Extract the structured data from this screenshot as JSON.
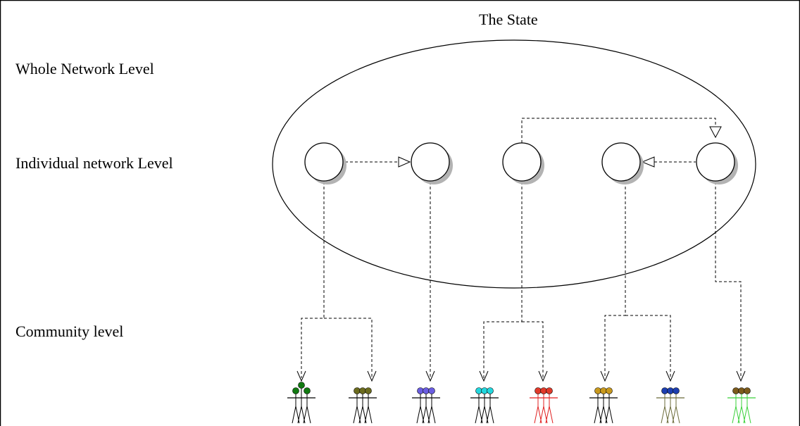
{
  "diagram": {
    "title": "The State",
    "levels": {
      "whole_network": "Whole Network Level",
      "individual_network": "Individual network Level",
      "community": "Community level"
    },
    "colors": {
      "line": "#000000",
      "node_fill": "#ffffff",
      "node_shadow": "#b3b3b3"
    },
    "networks": [
      {
        "community_colors": [
          "#117a11",
          "#6b6b1e"
        ]
      },
      {
        "community_colors": [
          "#6a5de0"
        ]
      },
      {
        "community_colors": [
          "#22d6dd",
          "#e01f1f"
        ]
      },
      {
        "community_colors": [
          "#c8991e",
          "#1d3fb0"
        ]
      },
      {
        "community_colors": [
          "#7c5b1c"
        ]
      }
    ],
    "community_groups": [
      {
        "head": "#117a11",
        "body": "#000000"
      },
      {
        "head": "#6b6b1e",
        "body": "#000000"
      },
      {
        "head": "#6a5de0",
        "body": "#000000"
      },
      {
        "head": "#22d6dd",
        "body": "#000000"
      },
      {
        "head": "#e23a2a",
        "body": "#e01f1f"
      },
      {
        "head": "#c8991e",
        "body": "#000000"
      },
      {
        "head": "#1d3fb0",
        "body": "#6b6b3a"
      },
      {
        "head": "#7c5b1c",
        "body": "#3ad13a"
      }
    ]
  }
}
